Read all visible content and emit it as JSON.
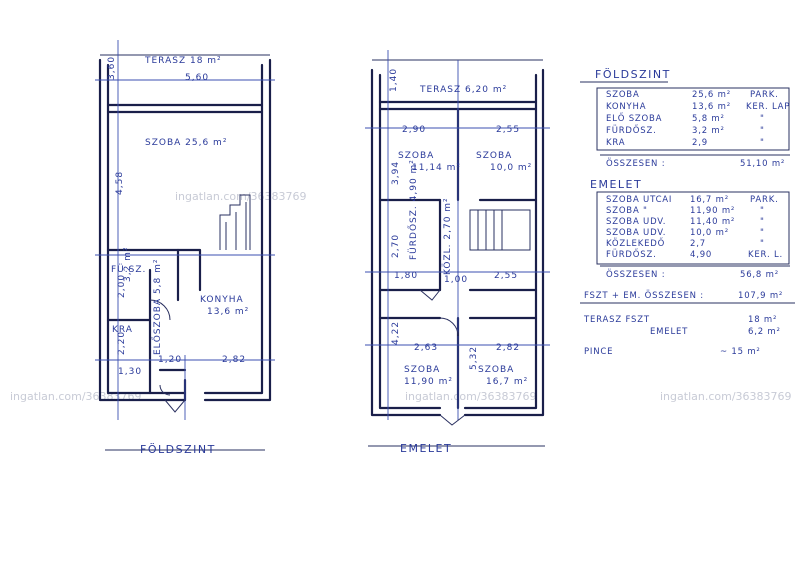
{
  "watermarks": [
    "ingatlan.com/36383769",
    "ingatlan.com/36383769",
    "ingatlan.com/36383769",
    "ingatlan.com/36383769"
  ],
  "ground_floor": {
    "caption": "FÖLDSZINT",
    "terrace": "TERASZ  18 m²",
    "terrace_width": "5,60",
    "terrace_depth": "3,60",
    "room": "SZOBA  25,6 m²",
    "room_depth": "4,58",
    "kitchen": "KONYHA",
    "kitchen_area": "13,6 m²",
    "bath": "FÜ.SZ.",
    "bath_area": "3,2 m²",
    "wc": "KRA",
    "hall": "ELŐSZOBA 5,8 m²",
    "dims": [
      "1,20",
      "2,82",
      "1,30",
      "2,20",
      "2,00"
    ]
  },
  "upper_floor": {
    "caption": "EMELET",
    "terrace": "TERASZ  6,20 m²",
    "terrace_depth": "1,40",
    "dims": [
      "2,90",
      "2,55",
      "3,94",
      "1,80",
      "2,55",
      "4,22",
      "2,63",
      "2,82",
      "5,32",
      "2,70",
      "1,00"
    ],
    "room_a": "SZOBA",
    "room_a_area": "11,14 m²",
    "room_b": "SZOBA",
    "room_b_area": "10,0 m²",
    "room_c": "SZOBA",
    "room_c_area": "11,90 m²",
    "room_d": "SZOBA",
    "room_d_area": "16,7 m²",
    "bath": "FÜRDŐSZ. 4,90 m²",
    "corridor": "KÖZL. 2,70 m²"
  },
  "summary": {
    "ground_title": "FÖLDSZINT",
    "ground_rows": [
      {
        "name": "SZOBA",
        "area": "25,6 m²",
        "floor": "PARK."
      },
      {
        "name": "KONYHA",
        "area": "13,6 m²",
        "floor": "KER. LAP"
      },
      {
        "name": "ELŐ SZOBA",
        "area": "5,8 m²",
        "floor": "\""
      },
      {
        "name": "FÜRDŐSZ.",
        "area": "3,2 m²",
        "floor": "\""
      },
      {
        "name": "KRA",
        "area": "2,9",
        "floor": "\""
      }
    ],
    "ground_total_label": "ÖSSZESEN :",
    "ground_total": "51,10 m²",
    "upper_title": "EMELET",
    "upper_rows": [
      {
        "name": "SZOBA UTCAI",
        "area": "16,7 m²",
        "floor": "PARK."
      },
      {
        "name": "SZOBA  \"",
        "area": "11,90 m²",
        "floor": "\""
      },
      {
        "name": "SZOBA UDV.",
        "area": "11,40 m²",
        "floor": "\""
      },
      {
        "name": "SZOBA UDV.",
        "area": "10,0 m²",
        "floor": "\""
      },
      {
        "name": "KÖZLEKEDŐ",
        "area": "2,7",
        "floor": "\""
      },
      {
        "name": "FÜRDŐSZ.",
        "area": "4,90",
        "floor": "KER. L."
      }
    ],
    "upper_total_label": "ÖSSZESEN :",
    "upper_total": "56,8 m²",
    "grand_total_label": "FSZT + EM. ÖSSZESEN :",
    "grand_total": "107,9 m²",
    "terrace_label": "TERASZ FSZT",
    "terrace_ground": "18 m²",
    "terrace_upper_label": "EMELET",
    "terrace_upper": "6,2 m²",
    "cellar_label": "PINCE",
    "cellar": "~ 15 m²"
  }
}
